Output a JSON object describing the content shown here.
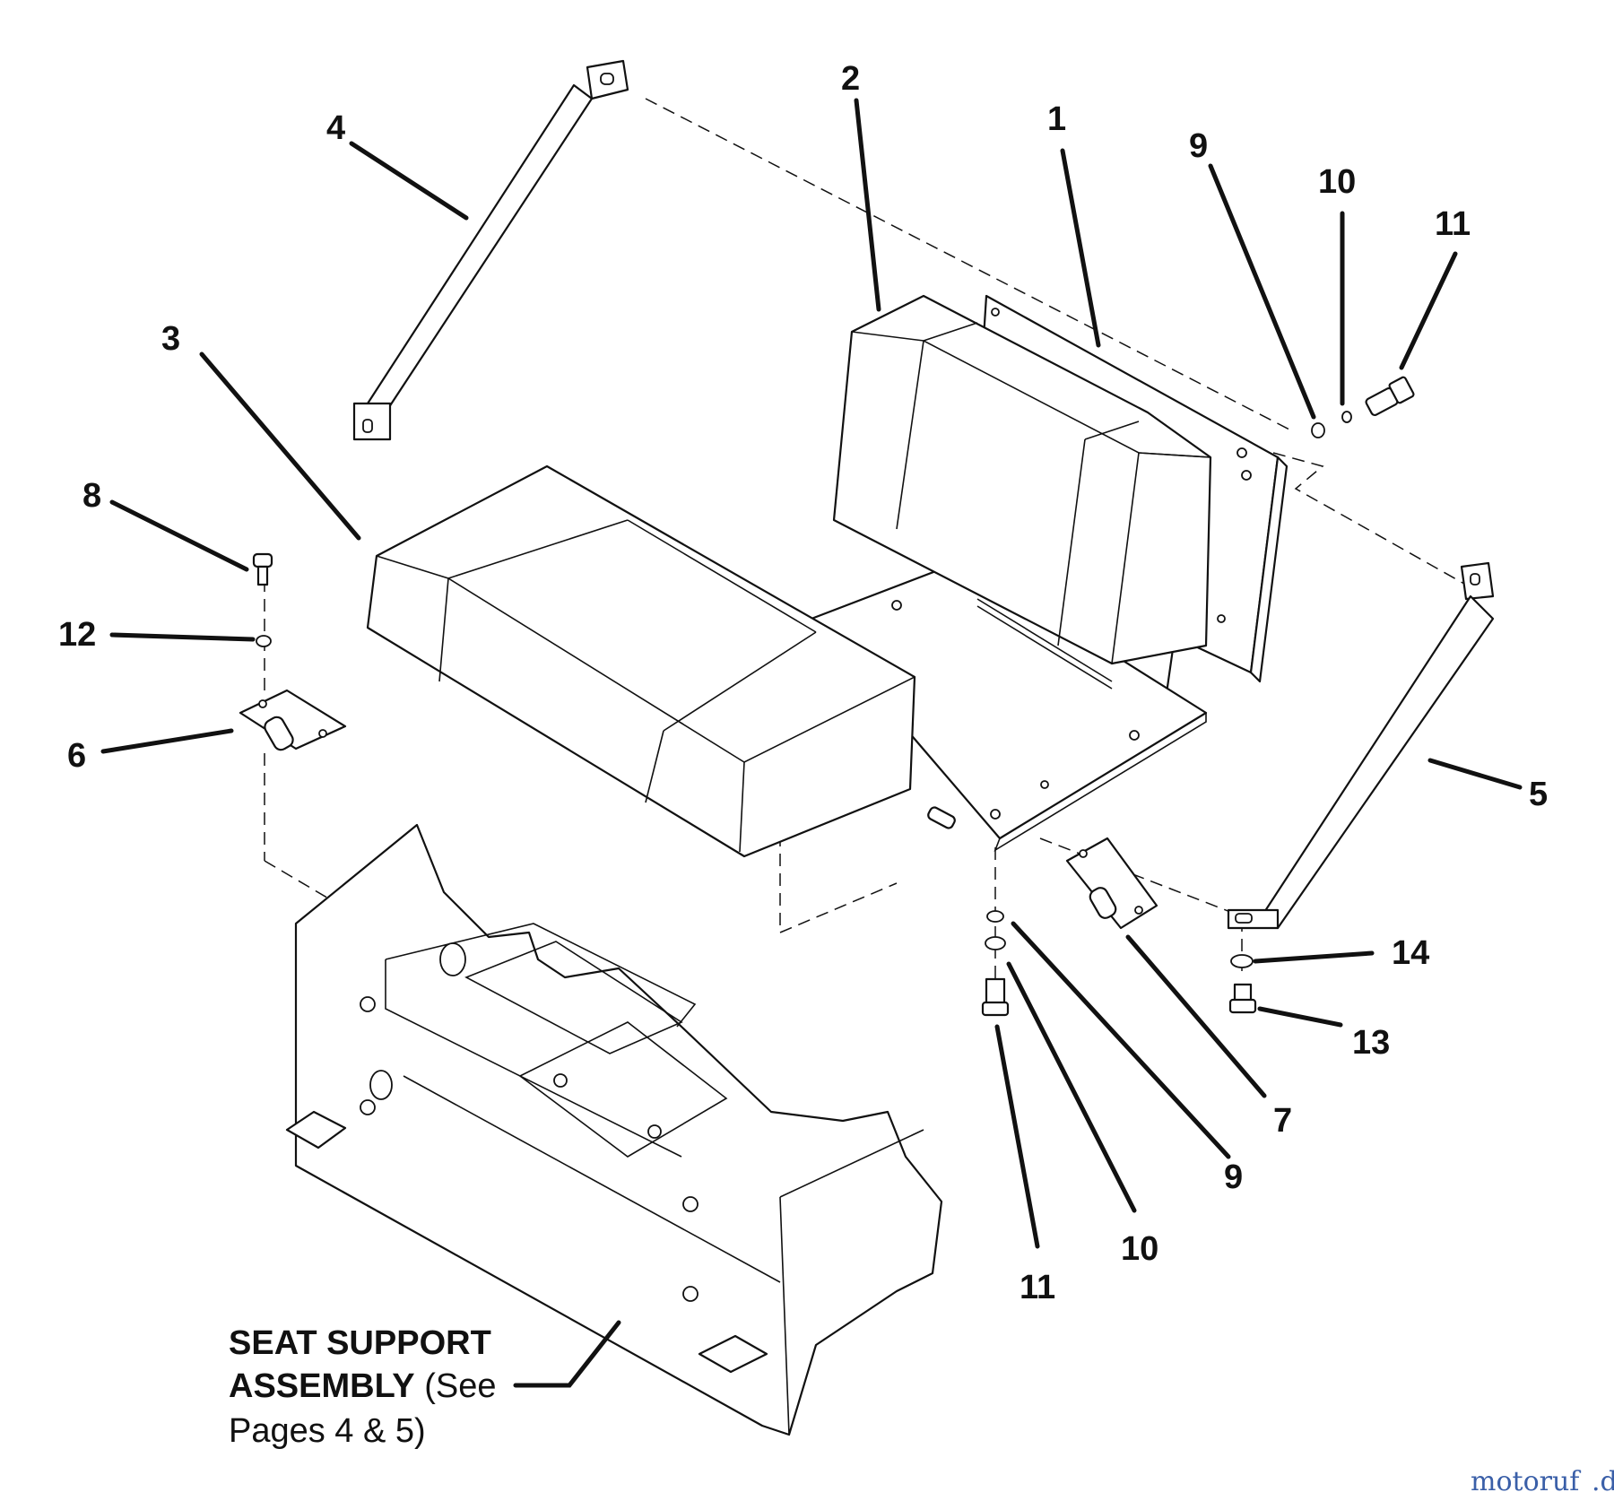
{
  "diagram": {
    "callouts": {
      "c1": "1",
      "c2": "2",
      "c3": "3",
      "c4": "4",
      "c5": "5",
      "c6": "6",
      "c7": "7",
      "c8": "8",
      "c9a": "9",
      "c9b": "9",
      "c10a": "10",
      "c10b": "10",
      "c11a": "11",
      "c11b": "11",
      "c12": "12",
      "c13": "13",
      "c14": "14"
    },
    "note": {
      "line1": "SEAT SUPPORT",
      "line2_bold": "ASSEMBLY",
      "line2_rest": " (See",
      "line3": "Pages 4 & 5)"
    },
    "watermark": {
      "brand": "motoruf",
      "suffix": ".de"
    }
  },
  "colors": {
    "ink": "#111111",
    "watermark_blue": "#3a5fa8",
    "watermark_orange": "#e07a1f"
  }
}
